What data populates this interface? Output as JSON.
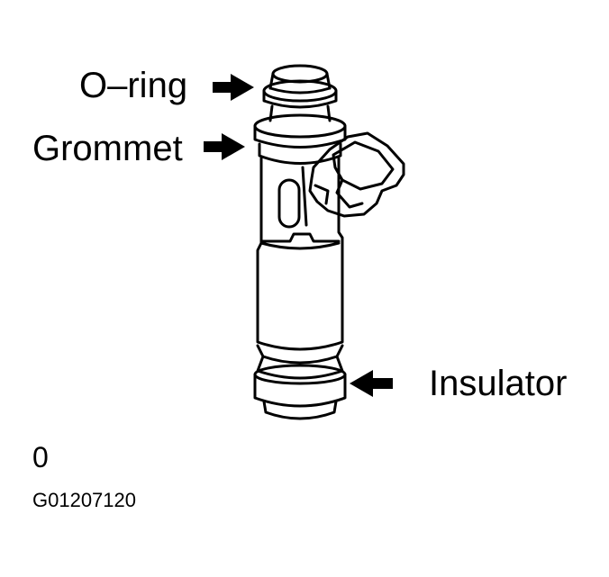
{
  "labels": {
    "o_ring": "O–ring",
    "grommet": "Grommet",
    "insulator": "Insulator",
    "zero": "0",
    "figure_code": "G01207120"
  },
  "colors": {
    "ink": "#000000",
    "background": "#ffffff"
  }
}
